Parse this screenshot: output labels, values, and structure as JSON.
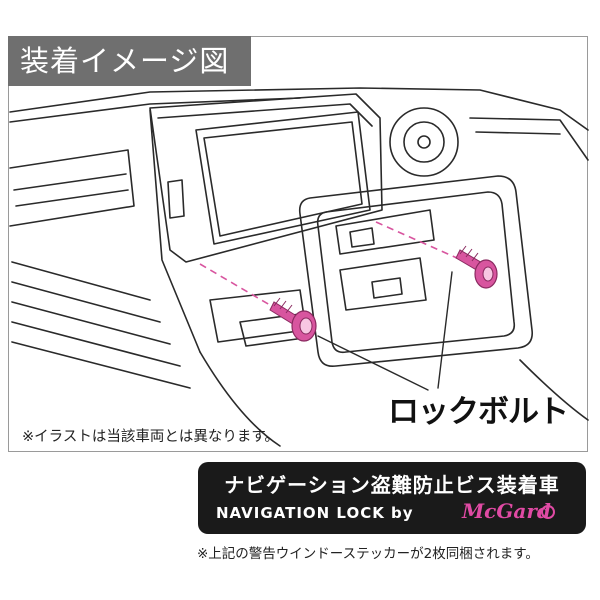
{
  "title": "装着イメージ図",
  "part_label": "ロックボルト",
  "illustration_note": "※イラストは当該車両とは異なります。",
  "sticker": {
    "jp_text": "ナビゲーション盗難防止ビス装着車",
    "en_text": "NAVIGATION LOCK by",
    "brand": "McGard"
  },
  "sticker_note": "※上記の警告ウインドーステッカーが2枚同梱されます。",
  "colors": {
    "bolt": "#d8559f",
    "title_bg": "#6f6f6f",
    "sticker_bg": "#1a1a1a",
    "brand": "#e04aa4"
  }
}
